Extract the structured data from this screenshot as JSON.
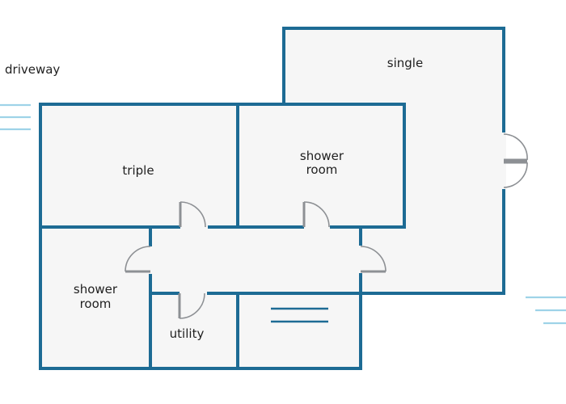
{
  "plan": {
    "labels": {
      "driveway": "driveway",
      "single": "single",
      "triple": "triple",
      "shower_room_top_line1": "shower",
      "shower_room_top_line2": "room",
      "shower_room_left_line1": "shower",
      "shower_room_left_line2": "room",
      "utility": "utility"
    },
    "colors": {
      "wall": "#1d6b94",
      "floor": "#f6f6f6",
      "door": "#8d9094",
      "water": "#9ed3e8"
    }
  }
}
